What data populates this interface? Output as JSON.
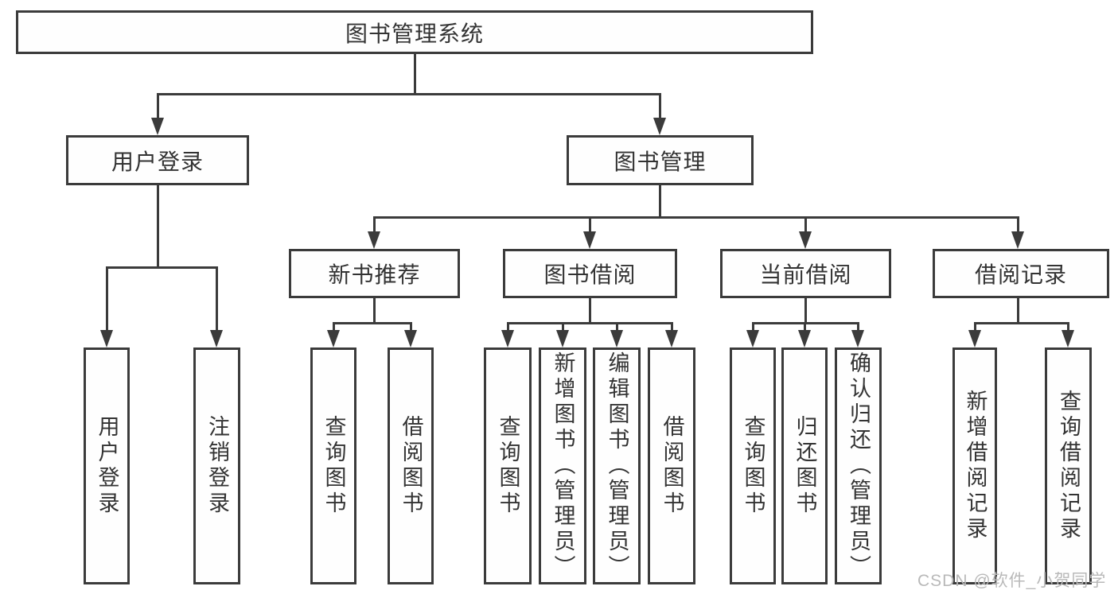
{
  "diagram": {
    "root": "图书管理系统",
    "branches": {
      "user_login": {
        "label": "用户登录",
        "children": [
          "用户登录",
          "注销登录"
        ]
      },
      "book_mgmt": {
        "label": "图书管理",
        "children": {
          "new_books": {
            "label": "新书推荐",
            "children": [
              "查询图书",
              "借阅图书"
            ]
          },
          "book_borrow": {
            "label": "图书借阅",
            "children": [
              "查询图书",
              "新增图书（管理员）",
              "编辑图书（管理员）",
              "借阅图书"
            ]
          },
          "current_borrow": {
            "label": "当前借阅",
            "children": [
              "查询图书",
              "归还图书",
              "确认归还（管理员）"
            ]
          },
          "borrow_records": {
            "label": "借阅记录",
            "children": [
              "新增借阅记录",
              "查询借阅记录"
            ]
          }
        }
      }
    },
    "watermark": "CSDN @软件_小贺同学",
    "colors": {
      "line": "#3b3b3b",
      "text": "#333333",
      "watermark": "#b9b9b9",
      "background": "#ffffff"
    }
  }
}
